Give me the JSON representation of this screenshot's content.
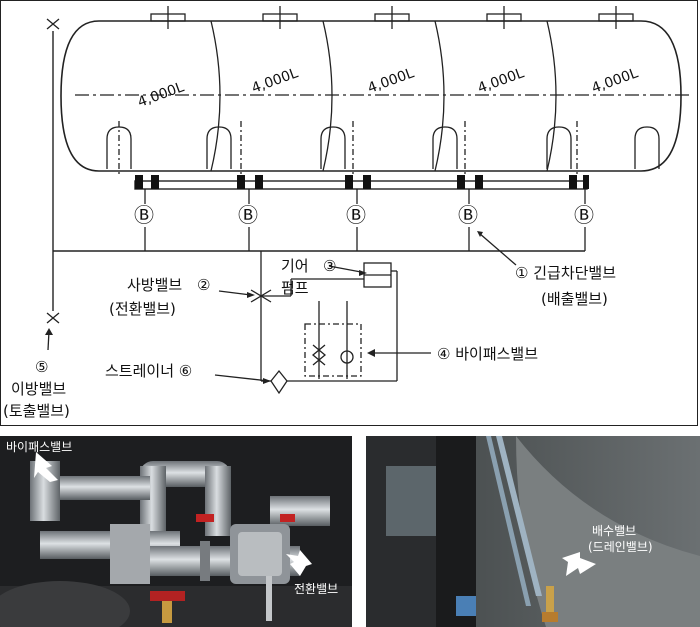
{
  "diagram": {
    "tank_capacities": [
      "4,000L",
      "4,000L",
      "4,000L",
      "4,000L",
      "4,000L"
    ],
    "b_markers": [
      "Ⓑ",
      "Ⓑ",
      "Ⓑ",
      "Ⓑ",
      "Ⓑ"
    ],
    "labels": {
      "emergency_valve": "① 긴급차단밸브",
      "emergency_valve_sub": "(배출밸브)",
      "four_way_num": "②",
      "four_way": "사방밸브",
      "four_way_sub": "(전환밸브)",
      "gear_num": "③",
      "gear_line1": "기어",
      "gear_line2": "펌프",
      "bypass": "④ 바이패스밸브",
      "drain_num": "⑤",
      "drain": "이방밸브",
      "drain_sub": "(토출밸브)",
      "strainer": "스트레이너 ⑥"
    }
  },
  "photos": {
    "left": {
      "bypass_label": "바이패스밸브",
      "switch_label": "전환밸브"
    },
    "right": {
      "drain_label_line1": "배수밸브",
      "drain_label_line2": "(드레인밸브)"
    }
  }
}
